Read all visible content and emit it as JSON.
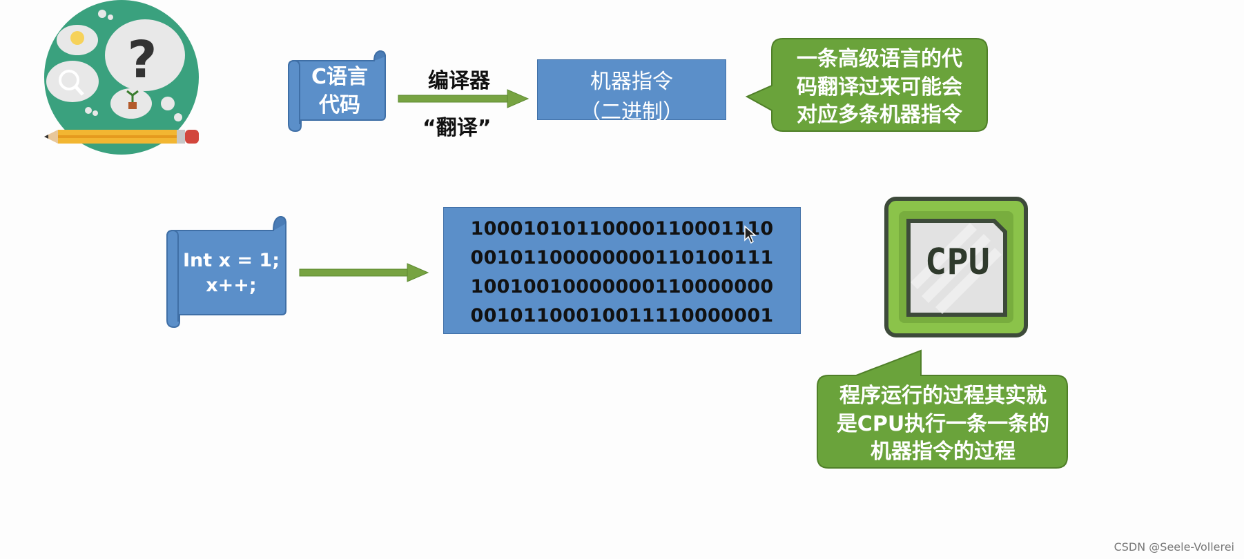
{
  "top_row": {
    "source_scroll_text": "C语言\n代码",
    "arrow_top_label": "编译器",
    "arrow_bottom_label": "“翻译”",
    "target_box_title": "机器指令",
    "target_box_subtitle": "（二进制）",
    "bubble_text": "一条高级语言的代\n码翻译过来可能会\n对应多条机器指令"
  },
  "bottom_row": {
    "code_scroll_text": "Int x = 1;\nx++;",
    "binary_lines": [
      "10001010110000110001110",
      "00101100000000110100111",
      "10010010000000110000000",
      "00101100010011110000001"
    ],
    "cpu_label": "CPU",
    "bubble_text": "程序运行的过程其实就\n是CPU执行一条一条的\n机器指令的过程"
  },
  "watermark": "CSDN @Seele-Vollerei",
  "colors": {
    "blue_fill": "#5b8fc9",
    "blue_border": "#3f6fa6",
    "green_bubble": "#6aa33b",
    "green_arrow": "#77a342",
    "cpu_green": "#8bc34a",
    "teal_circle": "#3aa17e"
  },
  "icons": [
    "thinking-illustration",
    "cpu-icon",
    "arrow-right-icon",
    "mouse-cursor-icon"
  ]
}
